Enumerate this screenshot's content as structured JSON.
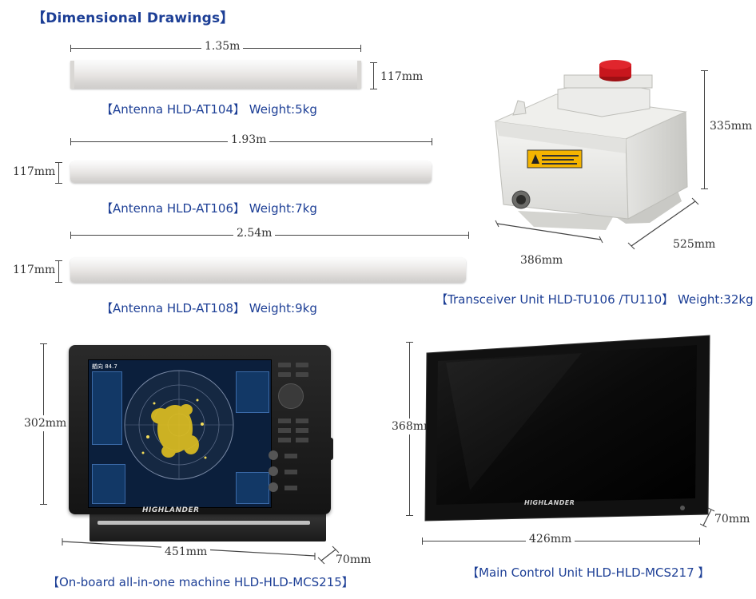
{
  "header": {
    "title": "【Dimensional Drawings】"
  },
  "antennas": [
    {
      "caption": "【Antenna HLD-AT104】 Weight:5kg",
      "length": "1.35m",
      "height": "117mm"
    },
    {
      "caption": "【Antenna HLD-AT106】 Weight:7kg",
      "length": "1.93m",
      "height": "117mm"
    },
    {
      "caption": "【Antenna HLD-AT108】 Weight:9kg",
      "length": "2.54m",
      "height": "117mm"
    }
  ],
  "transceiver": {
    "caption": "【Transceiver Unit HLD-TU106 /TU110】 Weight:32kg",
    "height": "335mm",
    "width": "386mm",
    "depth": "525mm"
  },
  "onboard": {
    "caption": "【On-board all-in-one machine HLD-HLD-MCS215】",
    "height": "302mm",
    "width": "451mm",
    "depth": "70mm",
    "brand": "HIGHLANDER",
    "screen_header": "艏向 84.7"
  },
  "main_control": {
    "caption": "【Main Control Unit  HLD-HLD-MCS217 】",
    "height": "368mm",
    "width": "426mm",
    "depth": "70mm",
    "brand": "HIGHLANDER"
  },
  "colors": {
    "caption_blue": "#1d3f96",
    "radar_yellow": "#e0c020",
    "beacon_red": "#c8161d"
  }
}
